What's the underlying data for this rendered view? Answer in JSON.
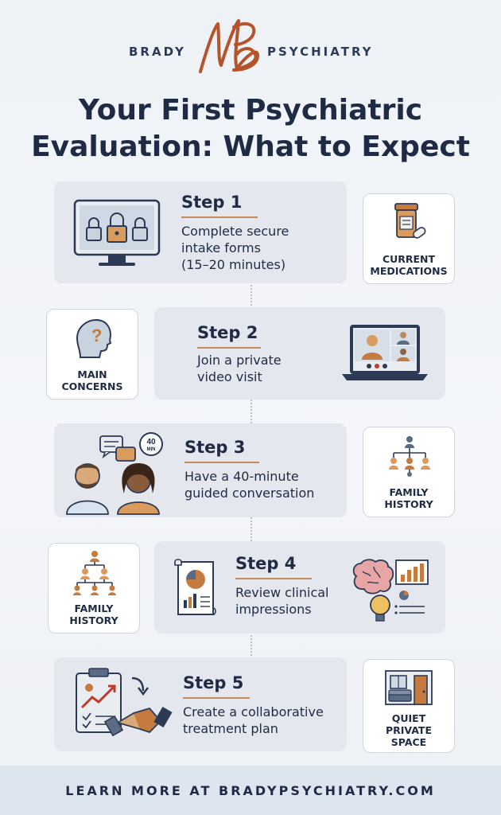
{
  "brand": {
    "left": "BRADY",
    "right": "PSYCHIATRY",
    "monogram": "MB"
  },
  "title": {
    "line1": "Your First Psychiatric",
    "line2": "Evaluation: What to Expect"
  },
  "steps": [
    {
      "label": "Step 1",
      "desc1": "Complete secure",
      "desc2": "intake forms",
      "desc3": "(15–20 minutes)",
      "icon": "secure-computer-icon"
    },
    {
      "label": "Step 2",
      "desc1": "Join a private",
      "desc2": "video visit",
      "icon": "video-call-laptop-icon"
    },
    {
      "label": "Step 3",
      "desc1": "Have a 40-minute",
      "desc2": "guided conversation",
      "icon": "conversation-people-icon",
      "badge": "40",
      "badge_unit": "MIN"
    },
    {
      "label": "Step 4",
      "desc1": "Review clinical",
      "desc2": "impressions",
      "icon": "report-document-icon"
    },
    {
      "label": "Step 5",
      "desc1": "Create a collaborative",
      "desc2": "treatment plan",
      "icon": "clipboard-handshake-icon"
    }
  ],
  "side_notes": [
    {
      "line1": "CURRENT",
      "line2": "MEDICATIONS",
      "icon": "pill-bottle-icon"
    },
    {
      "line1": "MAIN",
      "line2": "CONCERNS",
      "icon": "head-question-icon"
    },
    {
      "line1": "FAMILY",
      "line2": "HISTORY",
      "icon": "family-tree-icon"
    },
    {
      "line1": "FAMILY",
      "line2": "HISTORY",
      "icon": "family-tree-icon"
    },
    {
      "line1": "QUIET",
      "line2": "PRIVATE",
      "line3": "SPACE",
      "icon": "quiet-room-icon"
    }
  ],
  "footer": {
    "text": "LEARN MORE AT BRADYPSYCHIATRY.COM"
  },
  "colors": {
    "navy": "#1f2a44",
    "accent": "#c48a5a",
    "brand_red": "#b5532a",
    "card": "#e4e7ed"
  }
}
